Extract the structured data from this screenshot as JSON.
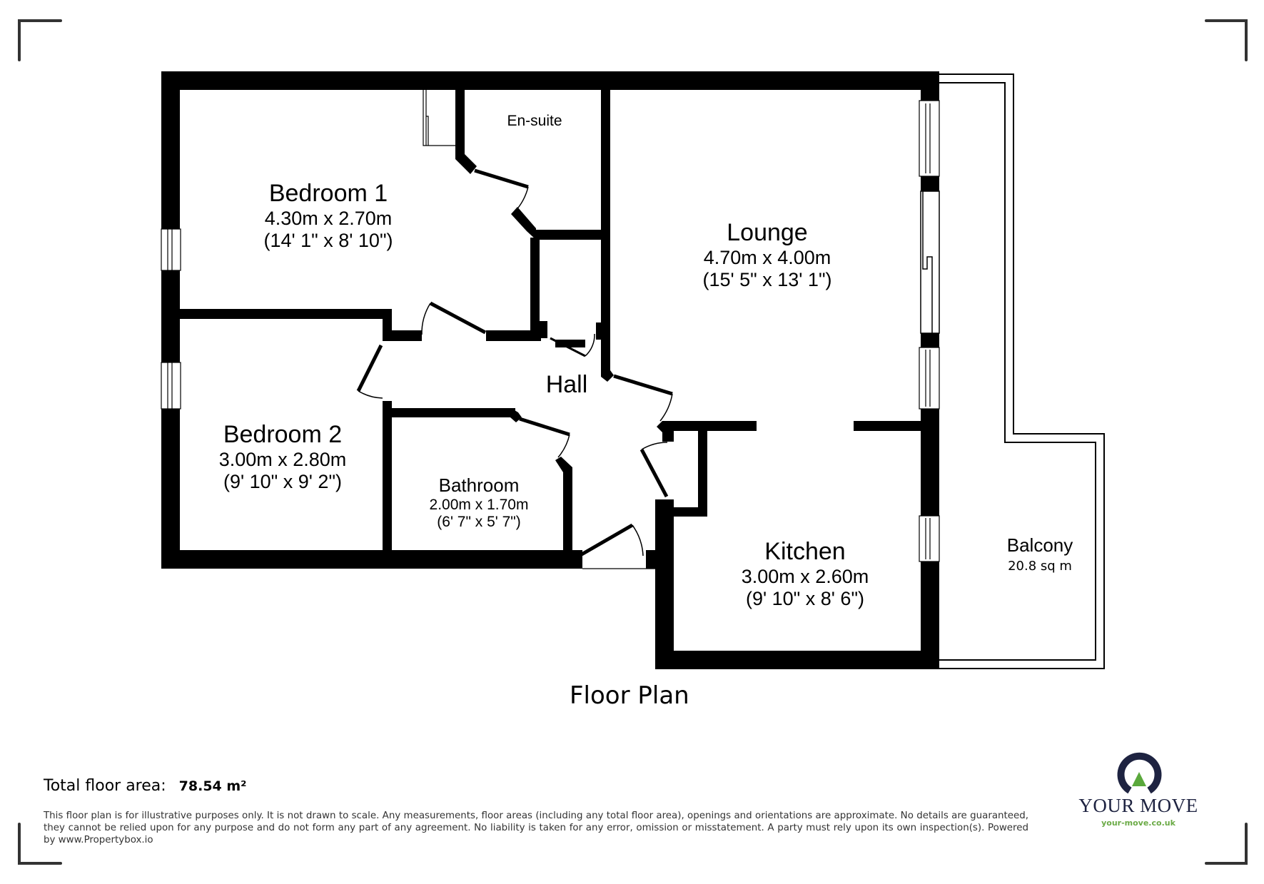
{
  "plan": {
    "title": "Floor Plan",
    "rooms": {
      "bedroom1": {
        "name": "Bedroom 1",
        "metric": "4.30m x 2.70m",
        "imperial": "(14' 1\" x 8' 10\")"
      },
      "ensuite": {
        "name": "En-suite"
      },
      "lounge": {
        "name": "Lounge",
        "metric": "4.70m x 4.00m",
        "imperial": "(15' 5\" x 13' 1\")"
      },
      "hall": {
        "name": "Hall"
      },
      "bedroom2": {
        "name": "Bedroom 2",
        "metric": "3.00m x 2.80m",
        "imperial": "(9' 10\" x 9' 2\")"
      },
      "bathroom": {
        "name": "Bathroom",
        "metric": "2.00m x 1.70m",
        "imperial": "(6' 7\" x 5' 7\")"
      },
      "kitchen": {
        "name": "Kitchen",
        "metric": "3.00m x 2.60m",
        "imperial": "(9' 10\" x 8' 6\")"
      },
      "balcony": {
        "name": "Balcony",
        "area": "20.8 sq m"
      }
    }
  },
  "footer": {
    "total_label": "Total floor area:",
    "total_value": "78.54 m²",
    "disclaimer": "This floor plan is for illustrative purposes only. It is not drawn to scale. Any measurements, floor areas (including any total floor area), openings and orientations are approximate. No details are guaranteed, they cannot be relied upon for any purpose and do not form any part of any agreement. No liability is taken for any error, omission or misstatement. A party must rely upon its own inspection(s). Powered by www.Propertybox.io"
  },
  "logo": {
    "brand": "YOUR MOVE",
    "url": "your-move.co.uk",
    "colors": {
      "navy": "#1e2341",
      "green": "#5aa83c"
    }
  }
}
